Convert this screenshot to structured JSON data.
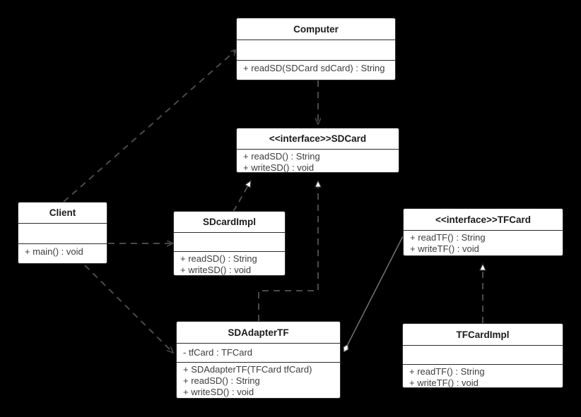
{
  "diagram": {
    "kind": "uml-class-diagram",
    "background_color": "#000000",
    "box_fill": "#ffffff",
    "box_border": "#2b2b2b",
    "text_color": "#3d3d3d",
    "title_color": "#1b1b1b",
    "edge_color": "#4a4a4a",
    "assoc_color": "#6e6e6e"
  },
  "classes": {
    "computer": {
      "name": "Computer",
      "attributes": [],
      "methods": [
        "+ readSD(SDCard sdCard) : String"
      ]
    },
    "sdcard": {
      "name": "<<interface>>SDCard",
      "attributes": [],
      "methods": [
        "+ readSD() : String",
        "+ writeSD() : void"
      ]
    },
    "client": {
      "name": "Client",
      "attributes": [],
      "methods": [
        "+ main() : void"
      ]
    },
    "sdcardimpl": {
      "name": "SDcardImpl",
      "attributes": [],
      "methods": [
        "+ readSD() : String",
        "+ writeSD() : void"
      ]
    },
    "tfcard": {
      "name": "<<interface>>TFCard",
      "attributes": [],
      "methods": [
        "+ readTF() : String",
        "+ writeTF() : void"
      ]
    },
    "sdadaptertf": {
      "name": "SDAdapterTF",
      "attributes": [
        "- tfCard : TFCard"
      ],
      "methods": [
        "+ SDAdapterTF(TFCard tfCard)",
        "+ readSD() : String",
        "+ writeSD() : void"
      ]
    },
    "tfcardimpl": {
      "name": "TFCardImpl",
      "attributes": [],
      "methods": [
        "+ readTF() : String",
        "+ writeTF() : void"
      ]
    }
  },
  "relationships": [
    {
      "id": "client-computer",
      "type": "dependency",
      "from": "Client",
      "to": "Computer",
      "style": "dashed",
      "arrow": "open"
    },
    {
      "id": "client-sdcardimpl",
      "type": "dependency",
      "from": "Client",
      "to": "SDcardImpl",
      "style": "dashed",
      "arrow": "open"
    },
    {
      "id": "client-sdadaptertf",
      "type": "dependency",
      "from": "Client",
      "to": "SDAdapterTF",
      "style": "dashed",
      "arrow": "open"
    },
    {
      "id": "computer-sdcard",
      "type": "dependency",
      "from": "Computer",
      "to": "<<interface>>SDCard",
      "style": "dashed",
      "arrow": "open"
    },
    {
      "id": "sdcardimpl-sdcard",
      "type": "realization",
      "from": "SDcardImpl",
      "to": "<<interface>>SDCard",
      "style": "dashed",
      "arrow": "hollow-triangle"
    },
    {
      "id": "sdadaptertf-sdcard",
      "type": "realization",
      "from": "SDAdapterTF",
      "to": "<<interface>>SDCard",
      "style": "dashed",
      "arrow": "hollow-triangle"
    },
    {
      "id": "tfcardimpl-tfcard",
      "type": "realization",
      "from": "TFCardImpl",
      "to": "<<interface>>TFCard",
      "style": "dashed",
      "arrow": "hollow-triangle"
    },
    {
      "id": "sdadaptertf-tfcard",
      "type": "aggregation",
      "from": "SDAdapterTF",
      "to": "<<interface>>TFCard",
      "style": "solid",
      "arrow": "hollow-diamond"
    }
  ]
}
